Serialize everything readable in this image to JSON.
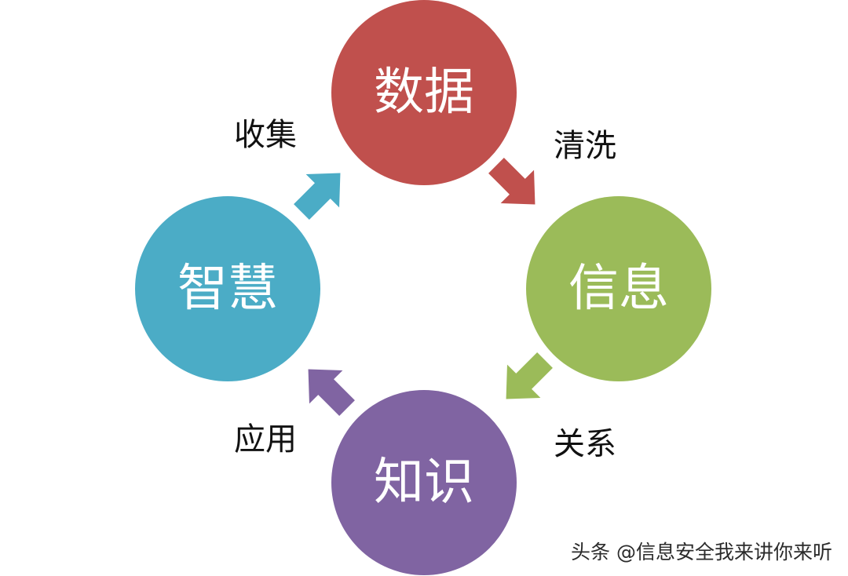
{
  "nodes": {
    "data": {
      "label": "数据",
      "color": "#c0504d"
    },
    "info": {
      "label": "信息",
      "color": "#9bbb59"
    },
    "knowledge": {
      "label": "知识",
      "color": "#8064a2"
    },
    "wisdom": {
      "label": "智慧",
      "color": "#4bacc6"
    }
  },
  "edges": {
    "collect": {
      "label": "收集",
      "color": "#4bacc6"
    },
    "clean": {
      "label": "清洗",
      "color": "#c0504d"
    },
    "relate": {
      "label": "关系",
      "color": "#9bbb59"
    },
    "apply": {
      "label": "应用",
      "color": "#8064a2"
    }
  },
  "watermark": "头条 @信息安全我来讲你来听"
}
